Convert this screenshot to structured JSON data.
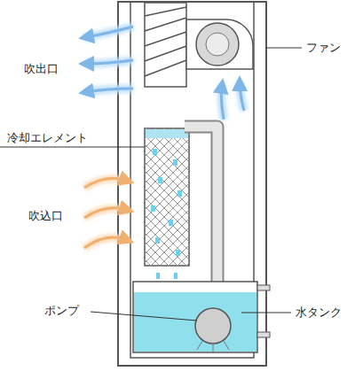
{
  "diagram": {
    "labels": [
      "ファン",
      "吹出口",
      "冷却エレメント",
      "吹込口",
      "ポンプ",
      "水タンク"
    ]
  }
}
